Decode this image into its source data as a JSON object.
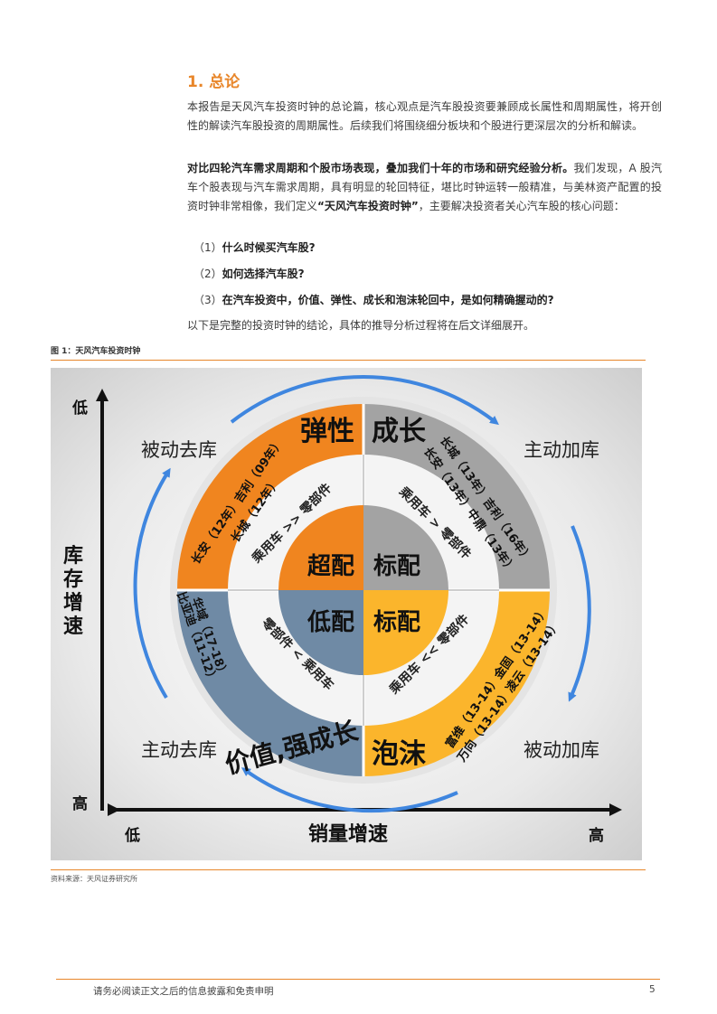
{
  "heading": "1. 总论",
  "intro": "本报告是天风汽车投资时钟的总论篇，核心观点是汽车股投资要兼顾成长属性和周期属性，将开创性的解读汽车股投资的周期属性。后续我们将围绕细分板块和个股进行更深层次的分析和解读。",
  "p2_bold": "对比四轮汽车需求周期和个股市场表现，叠加我们十年的市场和研究经验分析。",
  "p2_a": "我们发现，A 股汽车个股表现与汽车需求周期，具有明显的轮回特征，堪比时钟运转一般精准，与美林资产配置的投资时钟非常相像，我们定义",
  "p2_bold2": "“天风汽车投资时钟”",
  "p2_b": "，主要解决投资者关心汽车股的核心问题：",
  "questions": [
    {
      "num": "（1）",
      "text": "什么时候买汽车股?"
    },
    {
      "num": "（2）",
      "text": "如何选择汽车股?"
    },
    {
      "num": "（3）",
      "text": "在汽车投资中，价值、弹性、成长和泡沫轮回中，是如何精确握动的?"
    }
  ],
  "conclusion": "以下是完整的投资时钟的结论，具体的推导分析过程将在后文详细展开。",
  "figure_title": "图 1：天风汽车投资时钟",
  "source": "资料来源：天风证券研究所",
  "footer": "请务必阅读正文之后的信息披露和免责申明",
  "page_number": "5",
  "colors": {
    "orange": "#f0851f",
    "gray": "#a3a3a3",
    "blue_gray": "#6f8aa5",
    "yellow": "#fbb52c",
    "accent_rule": "#e8862a",
    "arrow_blue": "#3f86df"
  },
  "diagram": {
    "axis_y_label": "库存增速",
    "axis_x_label": "销量增速",
    "y_low": "低",
    "y_high": "高",
    "x_low": "低",
    "x_high": "高",
    "corner_tl": "被动去库",
    "corner_tr": "主动加库",
    "corner_bl": "主动去库",
    "corner_br": "被动加库",
    "q_tl_title": "弹性",
    "q_tr_title": "成长",
    "q_bl_title": "价值,强成长",
    "q_br_title": "泡沫",
    "q_tl_stocks_1": "长安（12年）吉利（09年）",
    "q_tl_stocks_2": "长城（12年）",
    "q_tr_stocks_1": "长城（13年）吉利（16年）",
    "q_tr_stocks_2": "长安（13年）中鼎（13年）",
    "q_bl_stocks_1": "华域（17-18）",
    "q_bl_stocks_2": "比亚迪（11-12）",
    "q_br_stocks_1": "富维（13-14）金固（13-14）",
    "q_br_stocks_2": "万向（13-14）凌云（13-14）",
    "ring_tl": "乘用车 >> 零部件",
    "ring_tr": "乘用车 > 零部件",
    "ring_bl": "零部件 < 乘用车",
    "ring_br": "乘用车 << 零部件",
    "center_tl": "超配",
    "center_tr": "标配",
    "center_bl": "低配",
    "center_br": "标配"
  }
}
